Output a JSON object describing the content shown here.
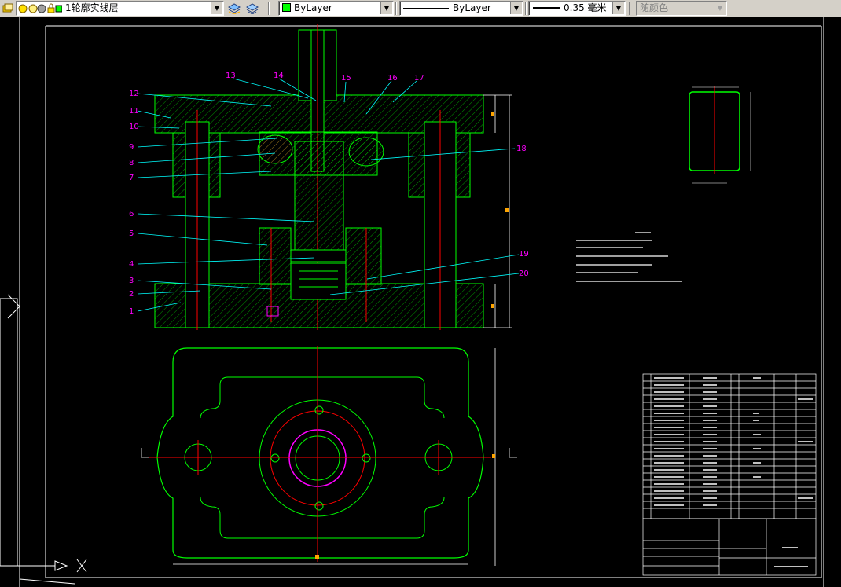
{
  "layer_toolbar": {
    "layer_name": "1轮廓实线层",
    "color_value": "ByLayer",
    "linetype_value": "ByLayer",
    "lineweight_value": "0.35 毫米",
    "plotstyle_value": "随颜色"
  },
  "colors": {
    "background": "#000000",
    "outline": "#00ff00",
    "centerline": "#ff0000",
    "leader": "#00ffff",
    "callout_label": "#ff00ff",
    "dimension": "#ffff00",
    "border": "#ffffff",
    "mark": "#ffa500"
  },
  "callouts": {
    "c1": "1",
    "c2": "2",
    "c3": "3",
    "c4": "4",
    "c5": "5",
    "c6": "6",
    "c7": "7",
    "c8": "8",
    "c9": "9",
    "c10": "10",
    "c11": "11",
    "c12": "12",
    "c13": "13",
    "c14": "14",
    "c15": "15",
    "c16": "16",
    "c17": "17",
    "c18": "18",
    "c19": "19",
    "c20": "20"
  }
}
